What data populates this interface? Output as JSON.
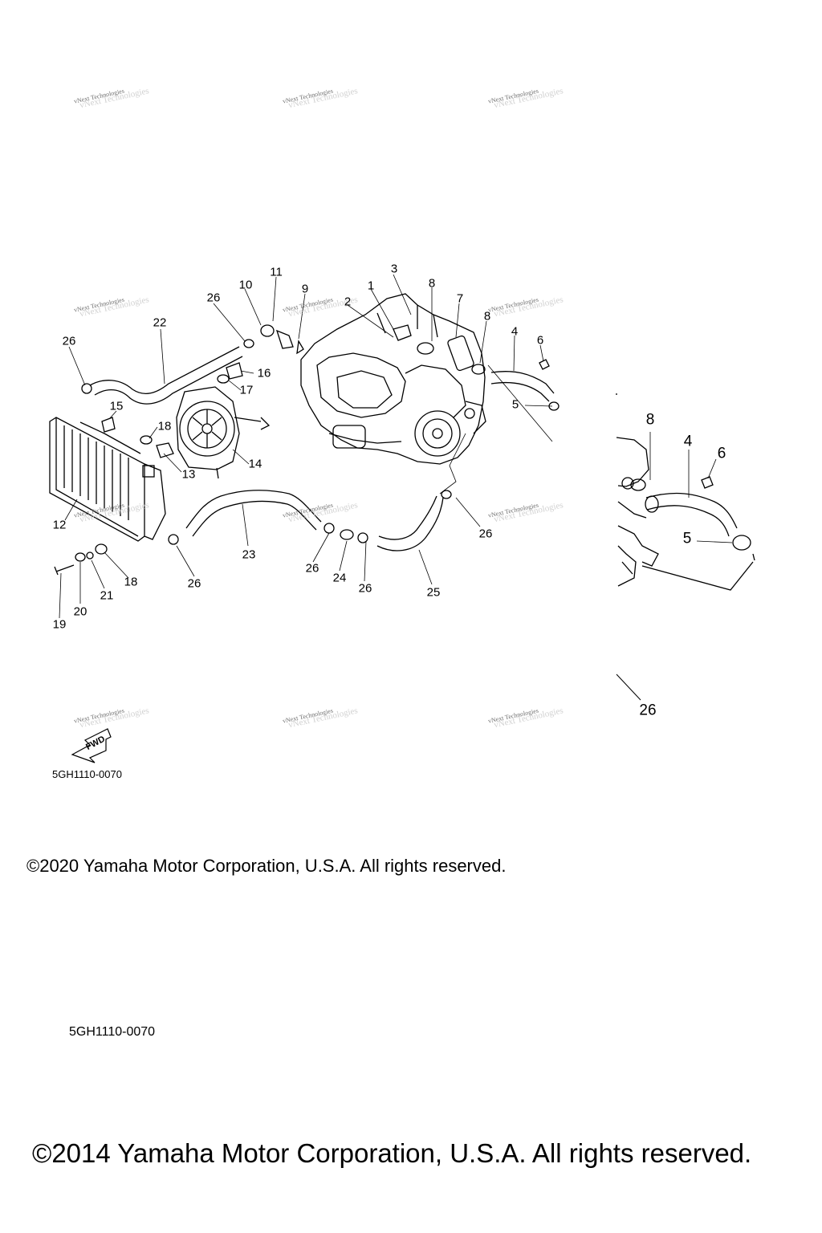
{
  "watermark": "vNext Technologies",
  "callouts": [
    "1",
    "2",
    "3",
    "4",
    "5",
    "6",
    "7",
    "8",
    "8",
    "9",
    "10",
    "11",
    "12",
    "13",
    "14",
    "15",
    "16",
    "17",
    "18",
    "18",
    "19",
    "20",
    "21",
    "22",
    "23",
    "24",
    "25",
    "26",
    "26",
    "26",
    "26",
    "26",
    "26",
    "26"
  ],
  "inset_callouts": [
    "8",
    "4",
    "6",
    "5",
    "26"
  ],
  "fwd_label": "FWD",
  "diagram_code_small": "5GH1110-0070",
  "diagram_code_large": "5GH1110-0070",
  "copyright_2020": "©2020 Yamaha Motor Corporation, U.S.A. All rights reserved.",
  "copyright_2014": "©2014 Yamaha Motor Corporation, U.S.A. All rights reserved."
}
